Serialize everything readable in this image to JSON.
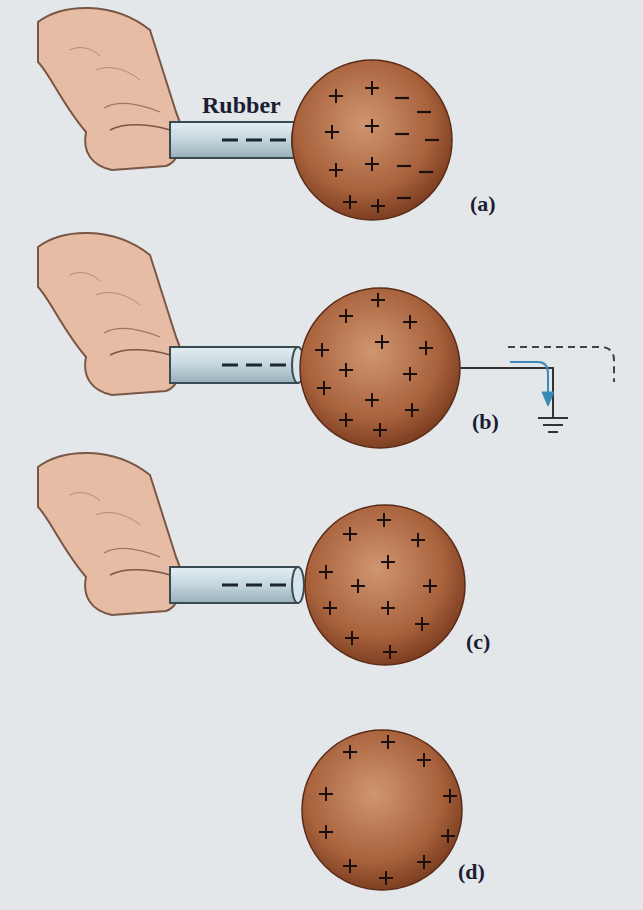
{
  "diagram": {
    "labels": [
      "Rubber",
      "(a)",
      "(b)",
      "(c)",
      "(d)"
    ]
  }
}
